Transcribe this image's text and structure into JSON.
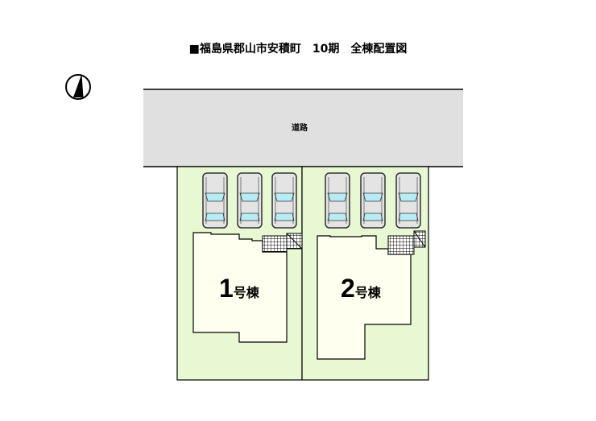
{
  "title": "■福島県郡山市安積町　10期　全棟配置図",
  "road_label": "道路",
  "buildings": [
    {
      "number": "1",
      "suffix": "号棟"
    },
    {
      "number": "2",
      "suffix": "号棟"
    }
  ],
  "colors": {
    "lot": "#e8f8d2",
    "building": "#fffff0",
    "road": "#e0e0e0",
    "car_glass": "#b8ecf4"
  }
}
